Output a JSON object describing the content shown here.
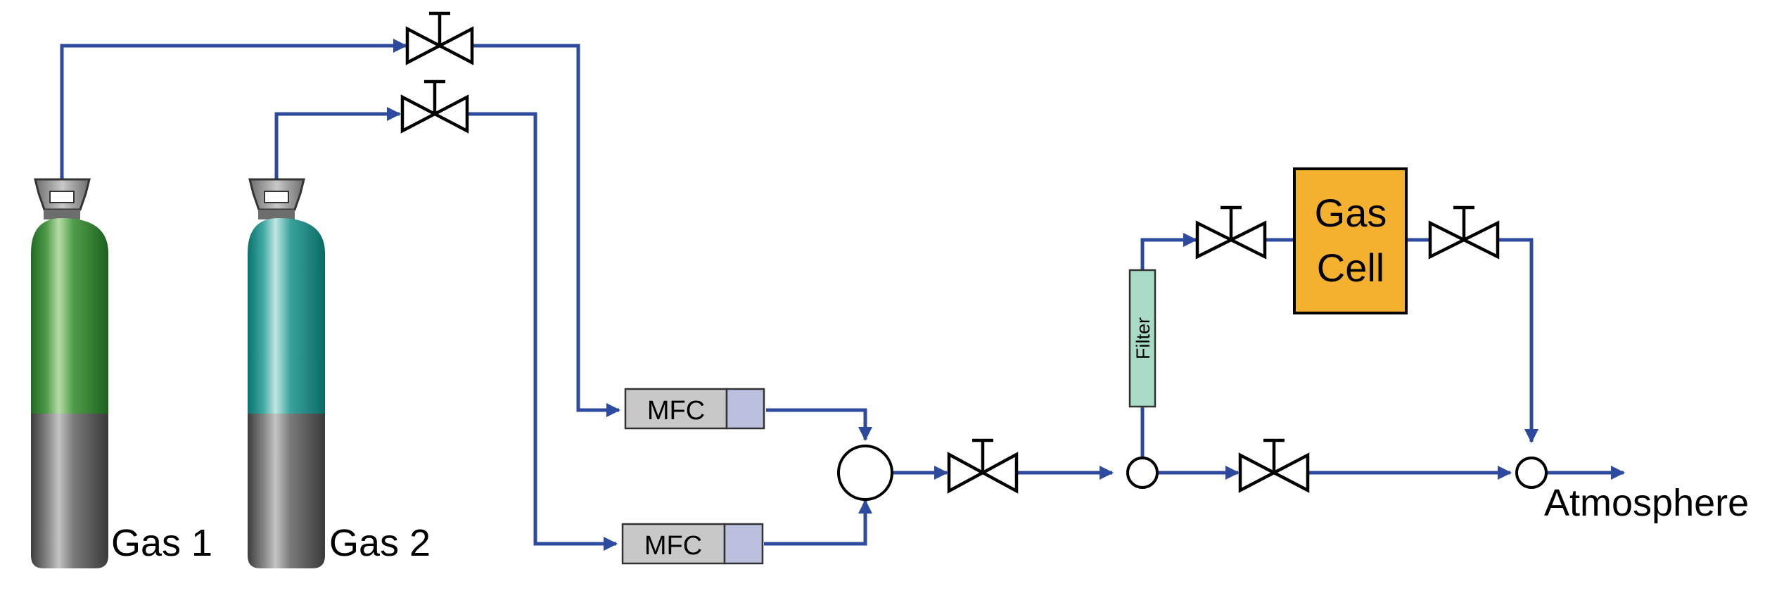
{
  "labels": {
    "gas1": "Gas 1",
    "gas2": "Gas 2",
    "mfc_top": "MFC",
    "mfc_bottom": "MFC",
    "filter": "Filter",
    "gas_cell_line1": "Gas",
    "gas_cell_line2": "Cell",
    "atmosphere": "Atmosphere"
  },
  "colors": {
    "pipe": "#2e4a9e",
    "gas1_body": "#2f7a2c",
    "gas2_body": "#118a82",
    "cylinder_base": "#555555",
    "mfc_body": "#c8c8c8",
    "mfc_tail": "#bcc0df",
    "filter": "#a8dac6",
    "gas_cell": "#f3b12f"
  },
  "icons": {
    "valve": "valve-icon",
    "junction": "junction-icon",
    "cylinder": "gas-cylinder-icon"
  }
}
